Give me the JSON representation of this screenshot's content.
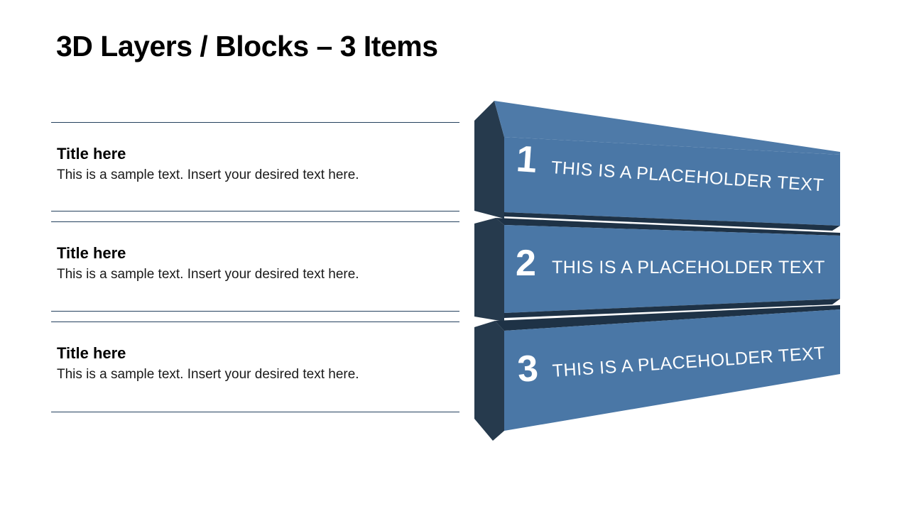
{
  "slide": {
    "title": "3D Layers / Blocks – 3 Items"
  },
  "sections": [
    {
      "title": "Title here",
      "body": "This is a sample text. Insert your desired text here."
    },
    {
      "title": "Title here",
      "body": "This is a sample text. Insert your desired text here."
    },
    {
      "title": "Title here",
      "body": "This is a sample text. Insert your desired text here."
    }
  ],
  "blocks": [
    {
      "number": "1",
      "label": "THIS IS A PLACEHOLDER TEXT"
    },
    {
      "number": "2",
      "label": "THIS IS A PLACEHOLDER TEXT"
    },
    {
      "number": "3",
      "label": "THIS IS A PLACEHOLDER TEXT"
    }
  ],
  "colors": {
    "block_front": "#4a77a6",
    "block_top": "#4e7aa8",
    "block_side": "#263a4d",
    "block_sliver": "#1e3246",
    "divider_line": "#24415e",
    "block_text": "#ffffff",
    "section_title": "#000000",
    "section_body": "#1a1a1a",
    "title": "#000000"
  }
}
